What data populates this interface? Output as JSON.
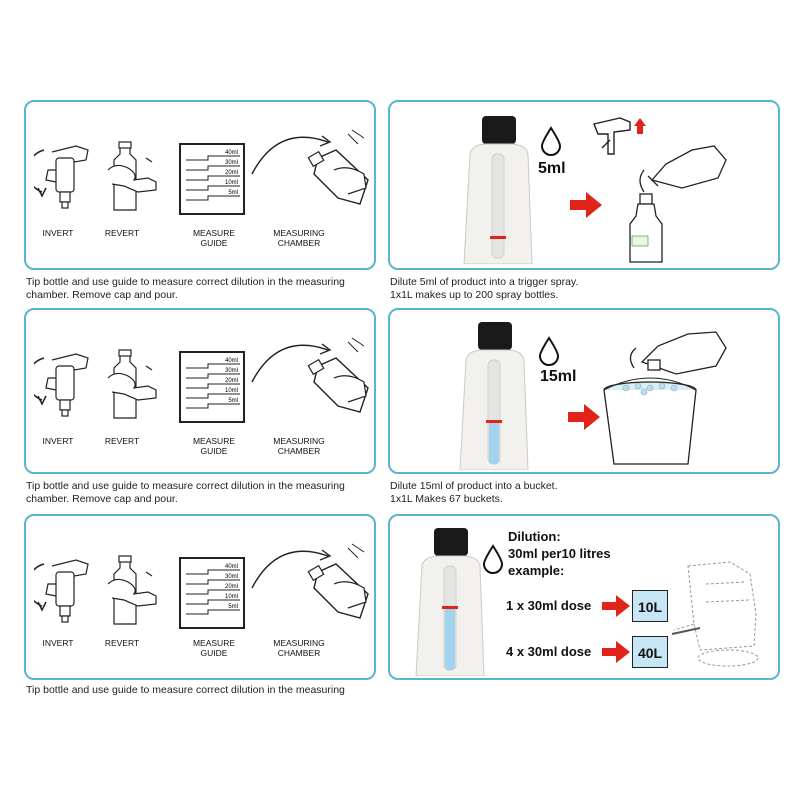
{
  "steps": {
    "invert": "INVERT",
    "revert": "REVERT",
    "measure_guide": [
      "MEASURE",
      "GUIDE"
    ],
    "measuring_chamber": [
      "MEASURING",
      "CHAMBER"
    ]
  },
  "guide_marks": [
    "40ml",
    "30ml",
    "20ml",
    "10ml",
    "5ml"
  ],
  "rows": [
    {
      "left_caption": [
        "Tip bottle and use guide to measure correct dilution in the measuring",
        "chamber. Remove cap and pour."
      ],
      "right_dose": "5ml",
      "right_caption": [
        "Dilute 5ml of product into a trigger spray.",
        "1x1L makes up to 200 spray bottles."
      ]
    },
    {
      "left_caption": [
        "Tip bottle and use guide to measure correct dilution in the measuring",
        "chamber. Remove cap and pour."
      ],
      "right_dose": "15ml",
      "right_caption": [
        "Dilute 15ml of product into a bucket.",
        "1x1L Makes 67 buckets."
      ]
    },
    {
      "left_caption": [
        "Tip bottle and use guide to measure correct dilution in the measuring"
      ],
      "dilution": [
        "Dilution:",
        "30ml per10 litres",
        "example:"
      ],
      "dose_lines": [
        {
          "text": "1 x 30ml dose",
          "box": "10L"
        },
        {
          "text": "4 x 30ml dose",
          "box": "40L"
        }
      ]
    }
  ],
  "colors": {
    "border": "#5cb3cf",
    "arrow": "#e2231a",
    "water": "#9fd3ee",
    "cap": "#1a1a1a"
  }
}
